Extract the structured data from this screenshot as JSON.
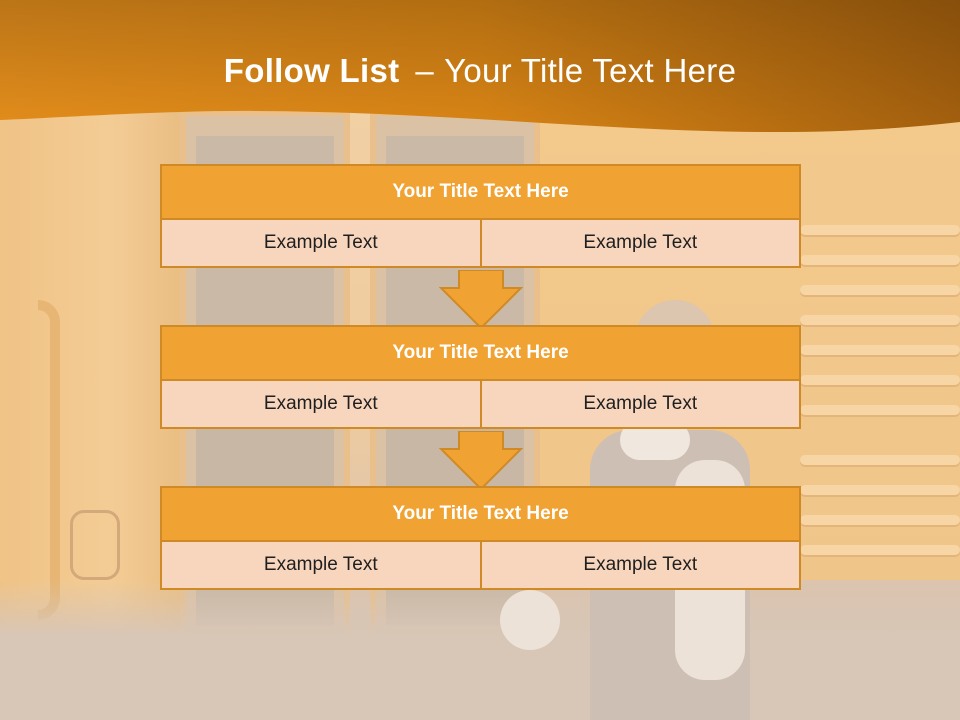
{
  "slide": {
    "title_bold": "Follow List",
    "title_dash": "–",
    "title_rest": "Your Title Text Here"
  },
  "blocks": [
    {
      "title": "Your Title Text Here",
      "cells": [
        "Example Text",
        "Example Text"
      ]
    },
    {
      "title": "Your Title Text Here",
      "cells": [
        "Example Text",
        "Example Text"
      ]
    },
    {
      "title": "Your Title Text Here",
      "cells": [
        "Example Text",
        "Example Text"
      ]
    }
  ],
  "colors": {
    "header_orange": "#e08a1a",
    "block_title": "#f0a232",
    "block_cell": "#f8d5bd",
    "border": "#d08a25"
  },
  "icons": [
    "down-arrow-icon",
    "down-arrow-icon"
  ]
}
